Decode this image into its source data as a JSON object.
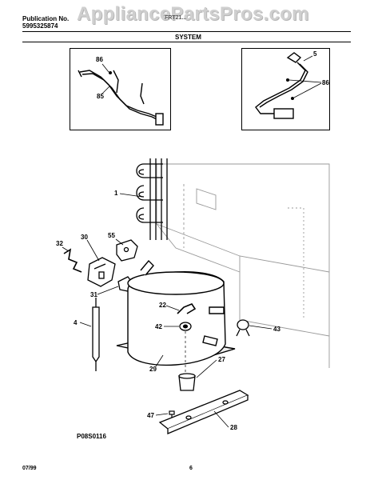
{
  "header": {
    "publication_label": "Publication No.",
    "publication_number": "5995325874",
    "model": "FRT21...",
    "section_title": "SYSTEM",
    "watermark": "AppliancePartsPros.com"
  },
  "diagram": {
    "callouts": {
      "inset_left_86": "86",
      "inset_left_85": "85",
      "inset_right_5": "5",
      "inset_right_86": "86",
      "c1": "1",
      "c32": "32",
      "c30": "30",
      "c55": "55",
      "c31": "31",
      "c4": "4",
      "c22": "22",
      "c42": "42",
      "c43": "43",
      "c29": "29",
      "c27": "27",
      "c47": "47",
      "c28": "28"
    },
    "figure_code": "P08S0116"
  },
  "footer": {
    "date": "07/99",
    "page": "6"
  }
}
